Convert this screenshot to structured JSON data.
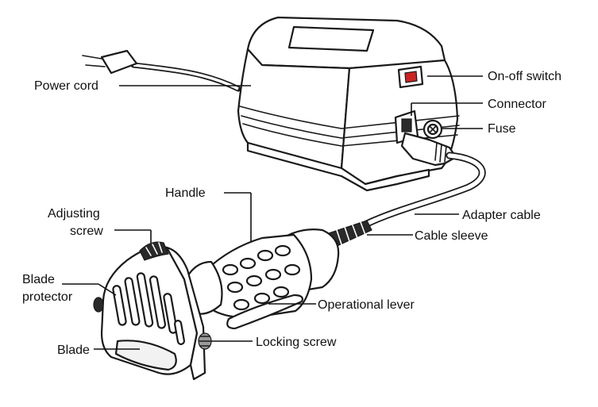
{
  "labels": {
    "power_cord": "Power cord",
    "on_off_switch": "On-off switch",
    "connector": "Connector",
    "fuse": "Fuse",
    "handle": "Handle",
    "adjusting_screw_1": "Adjusting",
    "adjusting_screw_2": "screw",
    "adapter_cable": "Adapter cable",
    "cable_sleeve": "Cable sleeve",
    "blade_protector_1": "Blade",
    "blade_protector_2": "protector",
    "operational_lever": "Operational lever",
    "blade": "Blade",
    "locking_screw": "Locking screw"
  },
  "colors": {
    "line": "#111111",
    "outline": "#1a1a1a",
    "dark_part": "#2a2a2a",
    "switch_red": "#cc2222"
  }
}
